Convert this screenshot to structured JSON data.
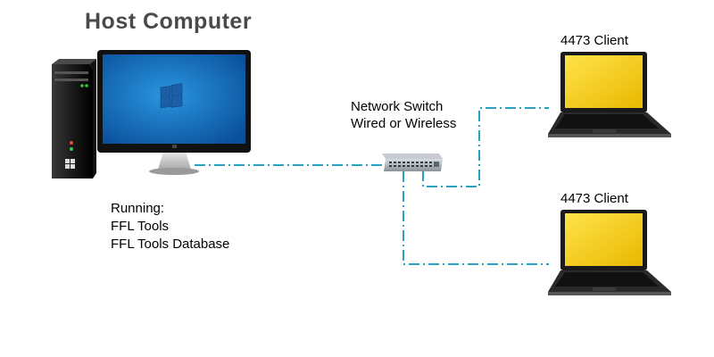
{
  "diagram": {
    "title": "Host Computer",
    "host_notes": [
      "Running:",
      "FFL Tools",
      "FFL Tools Database"
    ],
    "switch_label": [
      "Network Switch",
      "Wired or Wireless"
    ],
    "clients": [
      {
        "label": "4473 Client"
      },
      {
        "label": "4473 Client"
      }
    ],
    "colors": {
      "cable": "#2aa3c2",
      "screen": "#1479c9",
      "laptop_screen": "#f3d21a",
      "title": "#4a4a4a"
    }
  }
}
